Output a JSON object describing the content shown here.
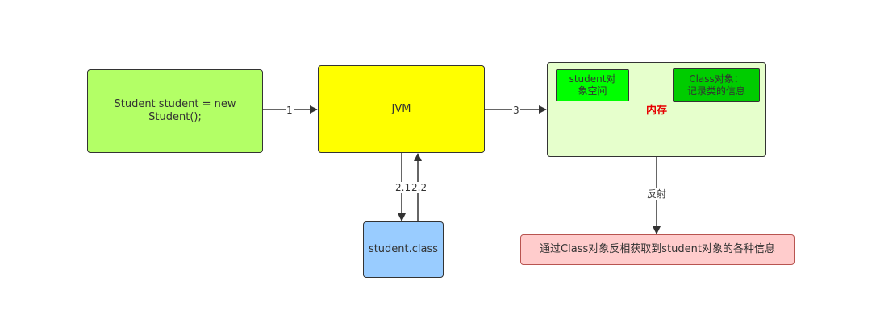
{
  "nodes": {
    "code": {
      "label": "Student student = new Student();",
      "fill": "#b3ff66"
    },
    "jvm": {
      "label": "JVM",
      "fill": "#ffff00"
    },
    "class_file": {
      "label": "student.class",
      "fill": "#99ccff"
    },
    "memory": {
      "label": "内存",
      "fill": "#e6ffcc",
      "label_color": "#e60000",
      "student_object": {
        "line1": "student对",
        "line2": "象空间",
        "fill": "#00ff00"
      },
      "class_object": {
        "line1": "Class对象：",
        "line2": "记录类的信息",
        "fill": "#00cc00"
      }
    },
    "result": {
      "label": "通过Class对象反相获取到student对象的各种信息",
      "fill": "#ffcccc"
    }
  },
  "edges": {
    "code_to_jvm": "1",
    "jvm_to_class": "2.1",
    "class_to_jvm": "2.2",
    "jvm_to_memory": "3",
    "memory_to_result": "反射"
  }
}
